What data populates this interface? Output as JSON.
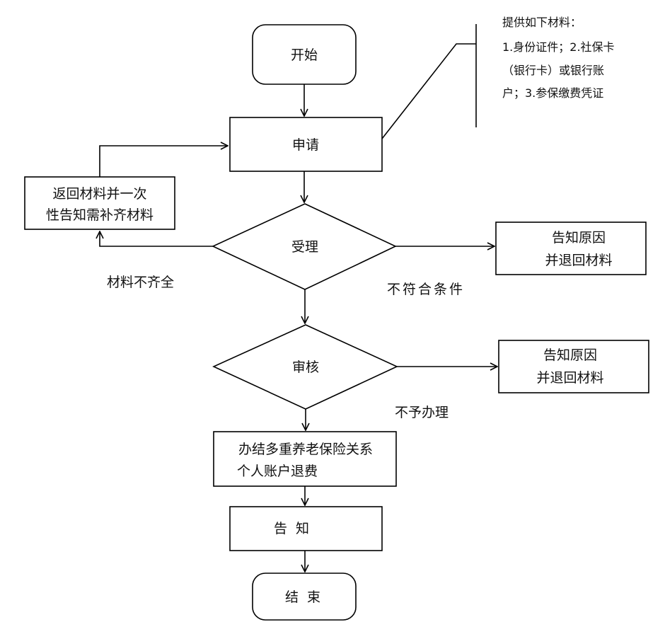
{
  "nodes": {
    "start": "开始",
    "apply": "申请",
    "return_materials": [
      "返回材料并一次",
      "性告知需补齐材料"
    ],
    "accept": "受理",
    "notify_reason_1": [
      "告知原因",
      "并退回材料"
    ],
    "review": "审核",
    "notify_reason_2": [
      "告知原因",
      "并退回材料"
    ],
    "process": [
      "办结多重养老保险关系",
      "个人账户退费"
    ],
    "notify": "告  知",
    "end": "结  束"
  },
  "edge_labels": {
    "incomplete": "材料不齐全",
    "not_eligible": "不符合条件",
    "not_approved": "不予办理"
  },
  "annotation": {
    "lines": [
      "提供如下材料：",
      "1.身份证件；2.社保卡",
      "（银行卡）或银行账",
      "户；3.参保缴费凭证"
    ]
  }
}
